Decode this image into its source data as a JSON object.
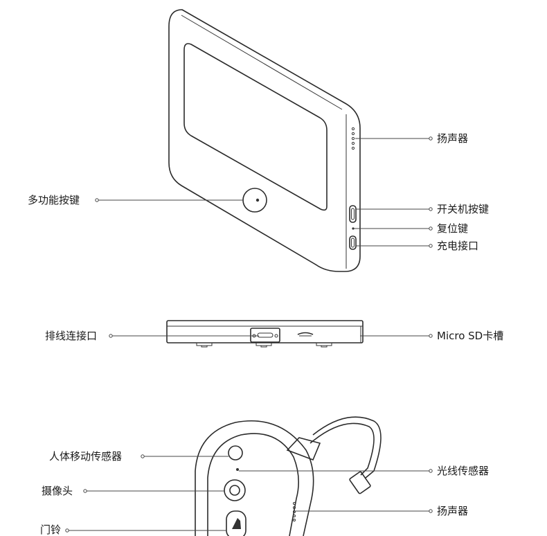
{
  "diagram": {
    "views": {
      "front": {
        "labels": {
          "speaker": "扬声器",
          "multi_button": "多功能按键",
          "power_button": "开关机按键",
          "reset_button": "复位键",
          "charge_port": "充电接口"
        }
      },
      "bottom": {
        "labels": {
          "cable_port": "排线连接口",
          "sd_slot": "Micro SD卡槽"
        }
      },
      "camera": {
        "labels": {
          "motion_sensor": "人体移动传感器",
          "light_sensor": "光线传感器",
          "camera": "摄像头",
          "speaker": "扬声器",
          "doorbell": "门铃"
        }
      }
    }
  }
}
